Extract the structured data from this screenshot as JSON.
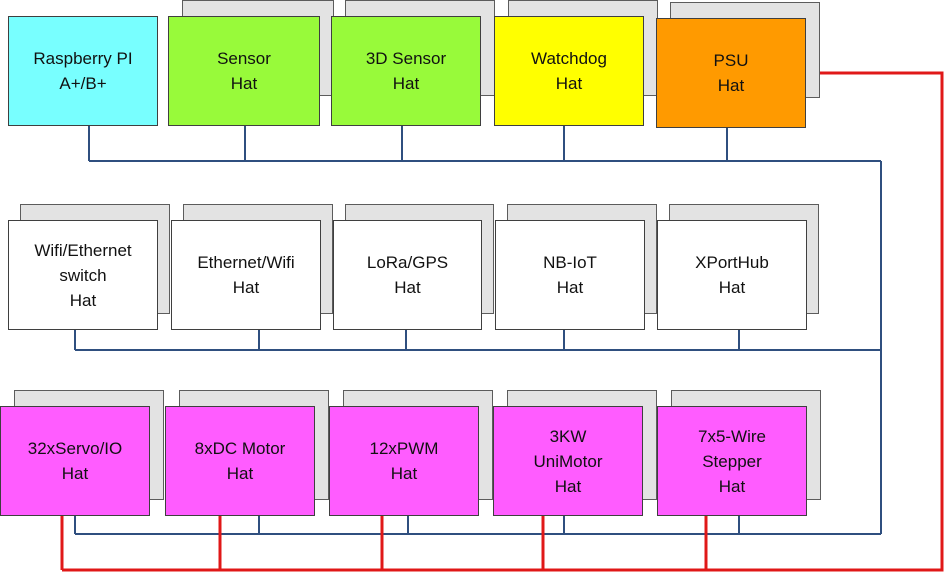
{
  "colors": {
    "bus_line": "#2f4f7f",
    "power_line": "#e01818",
    "shadow_fill": "#e3e3e3",
    "cyan": "#78ffff",
    "green": "#98fa3a",
    "yellow": "#ffff00",
    "orange": "#ff9a00",
    "white": "#ffffff",
    "magenta": "#ff5cff"
  },
  "rows": [
    {
      "id": "control",
      "boards": [
        {
          "id": "raspberry-pi",
          "lines": [
            "Raspberry PI",
            "A+/B+"
          ],
          "fill": "cyan",
          "stacked": false
        },
        {
          "id": "sensor-hat",
          "lines": [
            "Sensor",
            "Hat"
          ],
          "fill": "green",
          "stacked": true
        },
        {
          "id": "3d-sensor-hat",
          "lines": [
            "3D Sensor",
            "Hat"
          ],
          "fill": "green",
          "stacked": true
        },
        {
          "id": "watchdog-hat",
          "lines": [
            "Watchdog",
            "Hat"
          ],
          "fill": "yellow",
          "stacked": true
        },
        {
          "id": "psu-hat",
          "lines": [
            "PSU",
            "Hat"
          ],
          "fill": "orange",
          "stacked": true
        }
      ]
    },
    {
      "id": "communication",
      "boards": [
        {
          "id": "wifi-ethernet-switch-hat",
          "lines": [
            "Wifi/Ethernet",
            "switch",
            "Hat"
          ],
          "fill": "white",
          "stacked": true
        },
        {
          "id": "ethernet-wifi-hat",
          "lines": [
            "Ethernet/Wifi",
            "Hat"
          ],
          "fill": "white",
          "stacked": true
        },
        {
          "id": "lora-gps-hat",
          "lines": [
            "LoRa/GPS",
            "Hat"
          ],
          "fill": "white",
          "stacked": true
        },
        {
          "id": "nb-iot-hat",
          "lines": [
            "NB-IoT",
            "Hat"
          ],
          "fill": "white",
          "stacked": true
        },
        {
          "id": "xporthub-hat",
          "lines": [
            "XPortHub",
            "Hat"
          ],
          "fill": "white",
          "stacked": true
        }
      ]
    },
    {
      "id": "motion",
      "boards": [
        {
          "id": "32xservo-io-hat",
          "lines": [
            "32xServo/IO",
            "Hat"
          ],
          "fill": "magenta",
          "stacked": true
        },
        {
          "id": "8xdc-motor-hat",
          "lines": [
            "8xDC Motor",
            "Hat"
          ],
          "fill": "magenta",
          "stacked": true
        },
        {
          "id": "12xpwm-hat",
          "lines": [
            "12xPWM",
            "Hat"
          ],
          "fill": "magenta",
          "stacked": true
        },
        {
          "id": "3kw-unimotor-hat",
          "lines": [
            "3KW",
            "UniMotor",
            "Hat"
          ],
          "fill": "magenta",
          "stacked": true
        },
        {
          "id": "7x5-wire-stepper-hat",
          "lines": [
            "7x5-Wire",
            "Stepper",
            "Hat"
          ],
          "fill": "magenta",
          "stacked": true
        }
      ]
    }
  ]
}
